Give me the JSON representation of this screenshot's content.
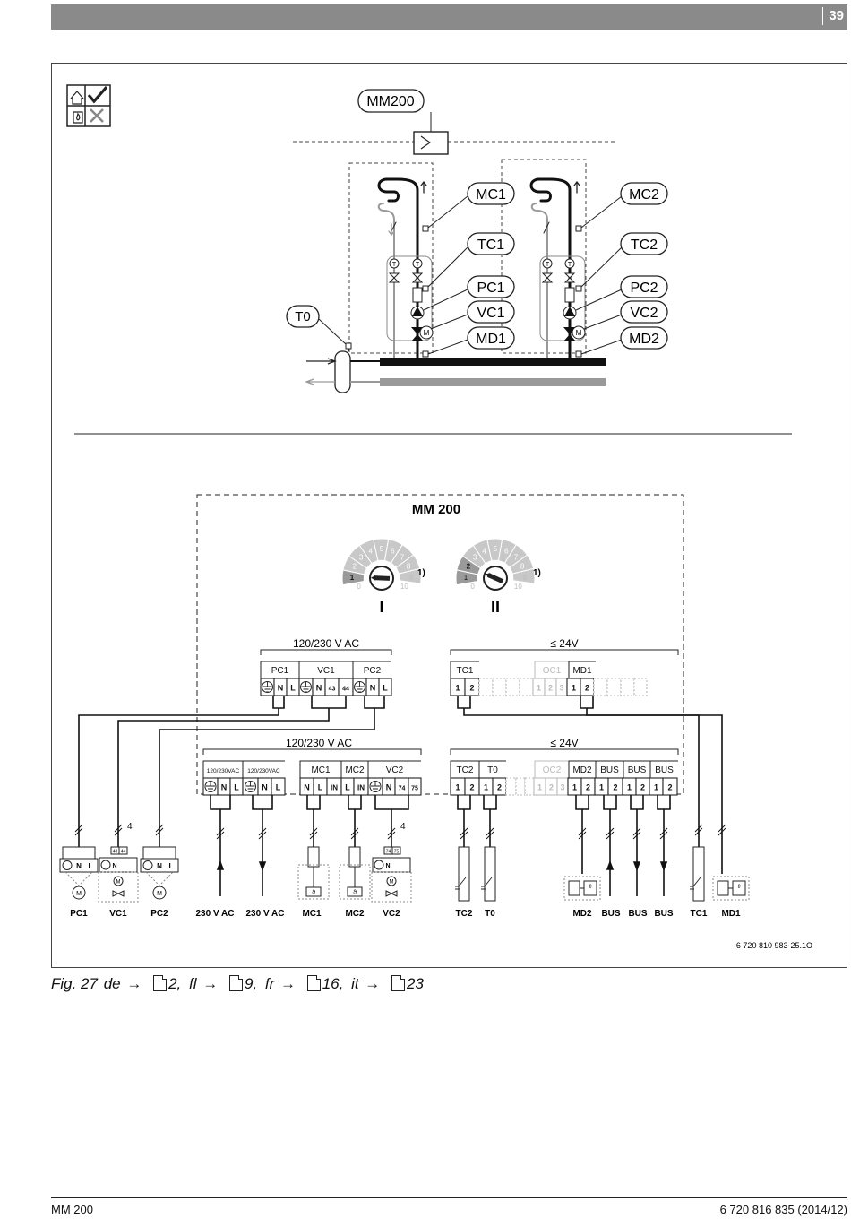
{
  "header": {
    "page_number": "39"
  },
  "hydraulic": {
    "module_label": "MM200",
    "tags_right_1": [
      "MC1",
      "TC1",
      "PC1",
      "VC1",
      "MD1"
    ],
    "tags_right_2": [
      "MC2",
      "TC2",
      "PC2",
      "VC2",
      "MD2"
    ],
    "tag_left": "T0",
    "motor_letter": "M",
    "sensor_letter": "T"
  },
  "wiring": {
    "title": "MM 200",
    "switch1_label": "I",
    "switch2_label": "II",
    "note": "1)",
    "dial_numbers": [
      "0",
      "1",
      "2",
      "3",
      "4",
      "5",
      "6",
      "7",
      "8",
      "9",
      "10"
    ],
    "row1_ac_title": "120/230 V AC",
    "row1_dc_title": "≤ 24V",
    "row1_ac_groups": [
      "PC1",
      "VC1",
      "PC2"
    ],
    "row1_dc_groups": [
      "TC1",
      "OC1",
      "MD1"
    ],
    "row1_ac_pins": [
      "N",
      "L",
      "N",
      "43",
      "44",
      "N",
      "L"
    ],
    "row1_dc_pins": [
      "1",
      "2",
      "1",
      "2",
      "3",
      "1",
      "2"
    ],
    "row2_ac_title": "120/230 V AC",
    "row2_dc_title": "≤ 24V",
    "row2_ac_groups": [
      "120/230VAC",
      "120/230VAC",
      "MC1",
      "MC2",
      "VC2"
    ],
    "row2_dc_groups": [
      "TC2",
      "T0",
      "OC2",
      "MD2",
      "BUS",
      "BUS",
      "BUS"
    ],
    "row2_ac_pins": [
      "N",
      "L",
      "N",
      "L",
      "N",
      "L",
      "IN",
      "L",
      "IN",
      "N",
      "74",
      "75"
    ],
    "row2_dc_pins": [
      "1",
      "2",
      "1",
      "2",
      "1",
      "2",
      "3",
      "1",
      "2",
      "1",
      "2",
      "1",
      "2",
      "1",
      "2"
    ],
    "wire_count": "4",
    "device_pins_small": [
      "43",
      "44",
      "74",
      "75"
    ],
    "bottom_labels": [
      "PC1",
      "VC1",
      "PC2",
      "230 V AC",
      "230 V AC",
      "MC1",
      "MC2",
      "VC2",
      "TC2",
      "T0",
      "MD2",
      "BUS",
      "BUS",
      "BUS",
      "TC1",
      "MD1"
    ],
    "code": "6 720 810 983-25.1O"
  },
  "caption": {
    "fig": "Fig. 27",
    "refs": [
      {
        "lang": "de",
        "page": "2,"
      },
      {
        "lang": "fl",
        "page": "9,"
      },
      {
        "lang": "fr",
        "page": "16,"
      },
      {
        "lang": "it",
        "page": "23"
      }
    ]
  },
  "footer": {
    "left": "MM 200",
    "right": "6 720 816 835 (2014/12)"
  }
}
